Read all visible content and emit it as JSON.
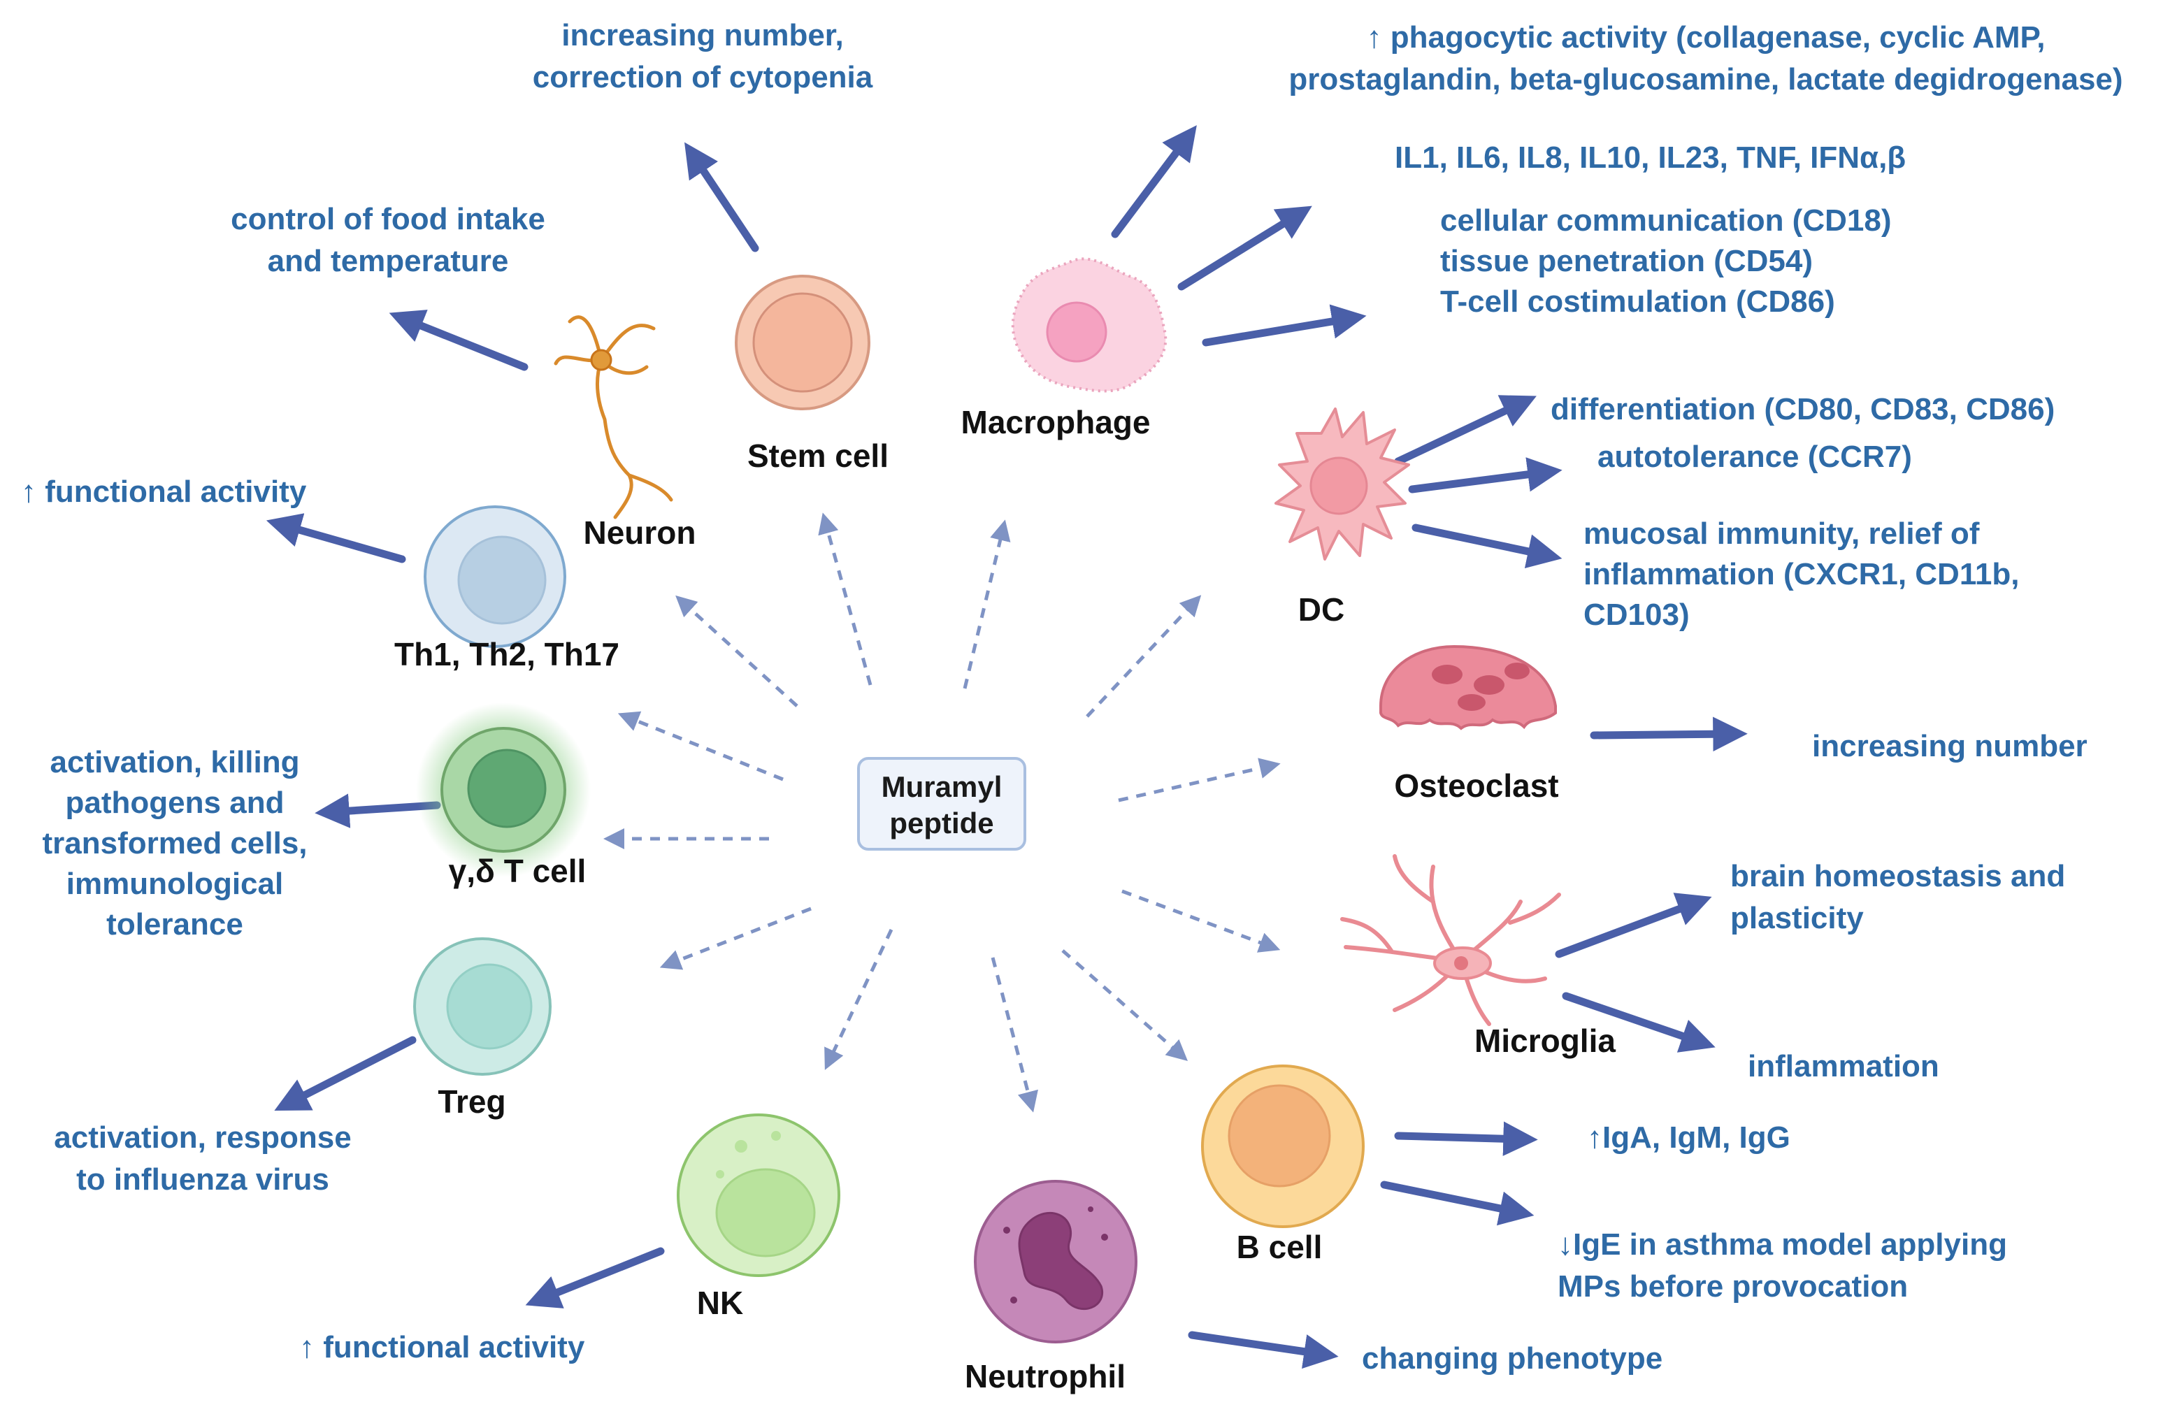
{
  "center": {
    "line1": "Muramyl",
    "line2": "peptide"
  },
  "colors": {
    "effect_text": "#2e6aa6",
    "arrow": "#4a5fa8",
    "dashed_arrow": "#7f93c4",
    "center_box_fill": "#eef3fb",
    "center_box_stroke": "#a9bfe0"
  },
  "cells": {
    "stem_cell": "Stem cell",
    "macrophage": "Macrophage",
    "neuron": "Neuron",
    "th": "Th1, Th2, Th17",
    "gd_t": "γ,δ T cell",
    "treg": "Treg",
    "nk": "NK",
    "neutrophil": "Neutrophil",
    "b_cell": "B cell",
    "dc": "DC",
    "osteoclast": "Osteoclast",
    "microglia": "Microglia"
  },
  "effects": {
    "stem": [
      "increasing number,",
      "correction of cytopenia"
    ],
    "neuron": [
      "control of food intake",
      "and temperature"
    ],
    "th": "↑ functional activity",
    "gd_t": [
      "activation, killing",
      "pathogens and",
      "transformed cells,",
      "immunological",
      "tolerance"
    ],
    "treg": [
      "activation, response",
      "to influenza virus"
    ],
    "nk": "↑ functional activity",
    "neutrophil": "changing phenotype",
    "macrophage_phago": [
      "↑ phagocytic activity (collagenase, cyclic AMP,",
      "prostaglandin, beta-glucosamine, lactate degidrogenase)"
    ],
    "macrophage_cytokines": "IL1, IL6, IL8, IL10, IL23, TNF, IFNα,β",
    "macrophage_markers": [
      "cellular communication (CD18)",
      "tissue penetration (CD54)",
      "T-cell costimulation (CD86)"
    ],
    "dc_diff": "differentiation (CD80, CD83, CD86)",
    "dc_auto": "autotolerance (CCR7)",
    "dc_mucosal": [
      "mucosal immunity, relief of",
      "inflammation (CXCR1, CD11b,",
      "CD103)"
    ],
    "osteoclast": "increasing number",
    "microglia_brain": [
      "brain homeostasis and",
      "plasticity"
    ],
    "microglia_inflam": "inflammation",
    "b_ig_up": "↑IgA, IgM, IgG",
    "b_ige": [
      "↓IgE in asthma model applying",
      "MPs before provocation"
    ]
  }
}
